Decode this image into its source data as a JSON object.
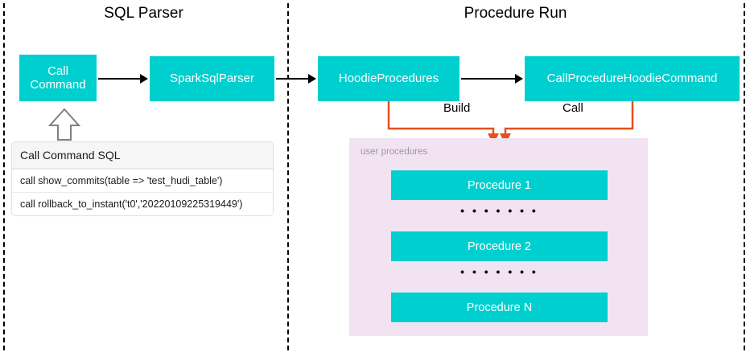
{
  "diagram": {
    "title_sql_parser": "SQL Parser",
    "title_procedure_run": "Procedure Run",
    "colors": {
      "node_fill": "#00CFCF",
      "node_text": "#ffffff",
      "connector_orange": "#E4511E",
      "panel_bg": "#F2E3F2",
      "divider": "#000000",
      "arrow_black": "#000000"
    },
    "nodes": {
      "call_command": "Call Command",
      "spark_sql_parser": "SparkSqlParser",
      "hoodie_procedures": "HoodieProcedures",
      "call_procedure_hoodie_command": "CallProcedureHoodieCommand"
    },
    "connector_labels": {
      "build": "Build",
      "call": "Call"
    },
    "sql_table": {
      "header": "Call Command SQL",
      "rows": [
        "call show_commits(table => 'test_hudi_table')",
        "call rollback_to_instant('t0','20220109225319449')"
      ]
    },
    "user_procedures": {
      "label": "user procedures",
      "items": [
        "Procedure 1",
        "Procedure 2",
        "Procedure N"
      ],
      "ellipsis": "• • • • • • •"
    }
  }
}
